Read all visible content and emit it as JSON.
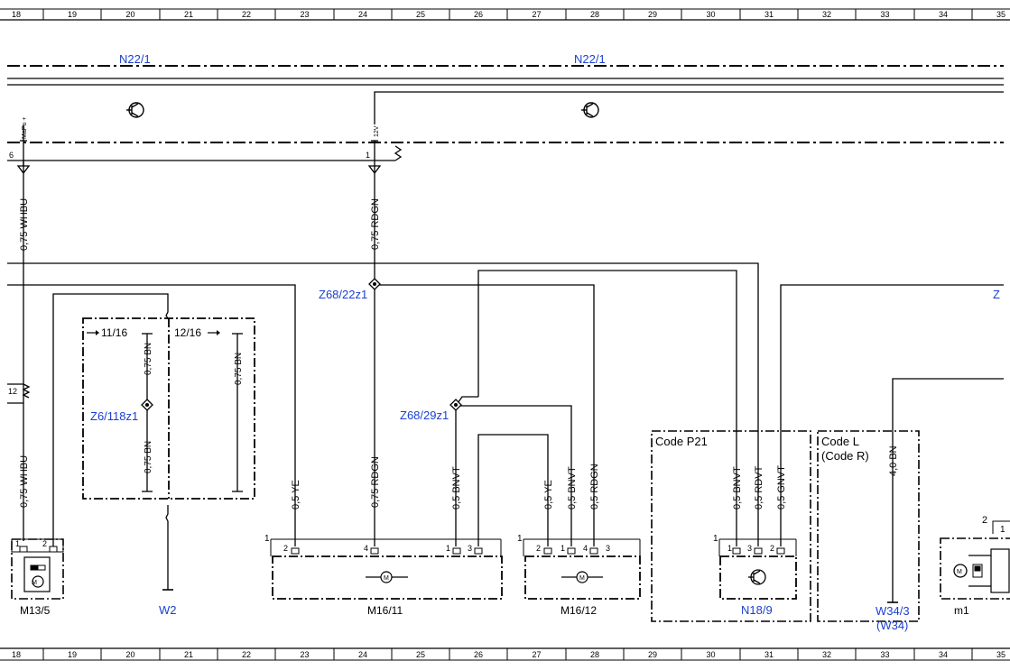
{
  "grid": {
    "columns": [
      "18",
      "19",
      "20",
      "21",
      "22",
      "23",
      "24",
      "25",
      "26",
      "27",
      "28",
      "29",
      "30",
      "31",
      "32",
      "33",
      "34",
      "35"
    ]
  },
  "modules": {
    "n22_left": "N22/1",
    "n22_right": "N22/1"
  },
  "pins": {
    "pin6": "6",
    "pin1": "1",
    "pin12": "12",
    "mapu": "MaPu +",
    "v12": "12V"
  },
  "wires": {
    "w_left_top": "0,75 WHBU",
    "w_left_bottom": "0,75 WHBU",
    "w_rdgn_top": "0,75 RDGN",
    "w_rdgn_bottom": "0,75 RDGN",
    "w_bn_a1": "0,75 BN",
    "w_bn_a2": "0,75 BN",
    "w_bn_b": "0,75 BN",
    "w_ye1": "0,5 YE",
    "w_bnvt1": "0,5 BNVT",
    "w_ye2": "0,5 YE",
    "w_bnvt2": "0,5 BNVT",
    "w_rdgn2": "0,5 RDGN",
    "w_bnvt3": "0,5 BNVT",
    "w_rdvt": "0,5 RDVT",
    "w_gnvt": "0,5 GNVT",
    "w_bn40": "4,0 BN"
  },
  "connectors": {
    "z68_22": "Z68/22z1",
    "z68_29": "Z68/29z1",
    "z6_118": "Z6/118z1",
    "z_cut": "Z"
  },
  "references": {
    "ref_11": "11/16",
    "ref_12": "12/16"
  },
  "codes": {
    "p21": "Code P21",
    "l": "Code L",
    "r": "(Code R)"
  },
  "components": {
    "m13_5": "M13/5",
    "w2": "W2",
    "m16_11": "M16/11",
    "m16_12": "M16/12",
    "n18_9": "N18/9",
    "w34_3": "W34/3",
    "w34": "(W34)",
    "m1": "m1"
  },
  "pin_numbers": {
    "m13_1": "1",
    "m13_2": "2",
    "m11_1": "1",
    "m11_p2": "2",
    "m11_p4": "4",
    "m11_p1": "1",
    "m11_p3": "3",
    "m12_1": "1",
    "m12_p2": "2",
    "m12_p1": "1",
    "m12_p4": "4",
    "m12_p3": "3",
    "n18_1": "1",
    "n18_p1": "1",
    "n18_p3": "3",
    "n18_p2": "2",
    "m1_2": "2",
    "m1_1": "1"
  },
  "colors": {
    "label_blue": "#1a3fd0",
    "line": "#000000"
  }
}
